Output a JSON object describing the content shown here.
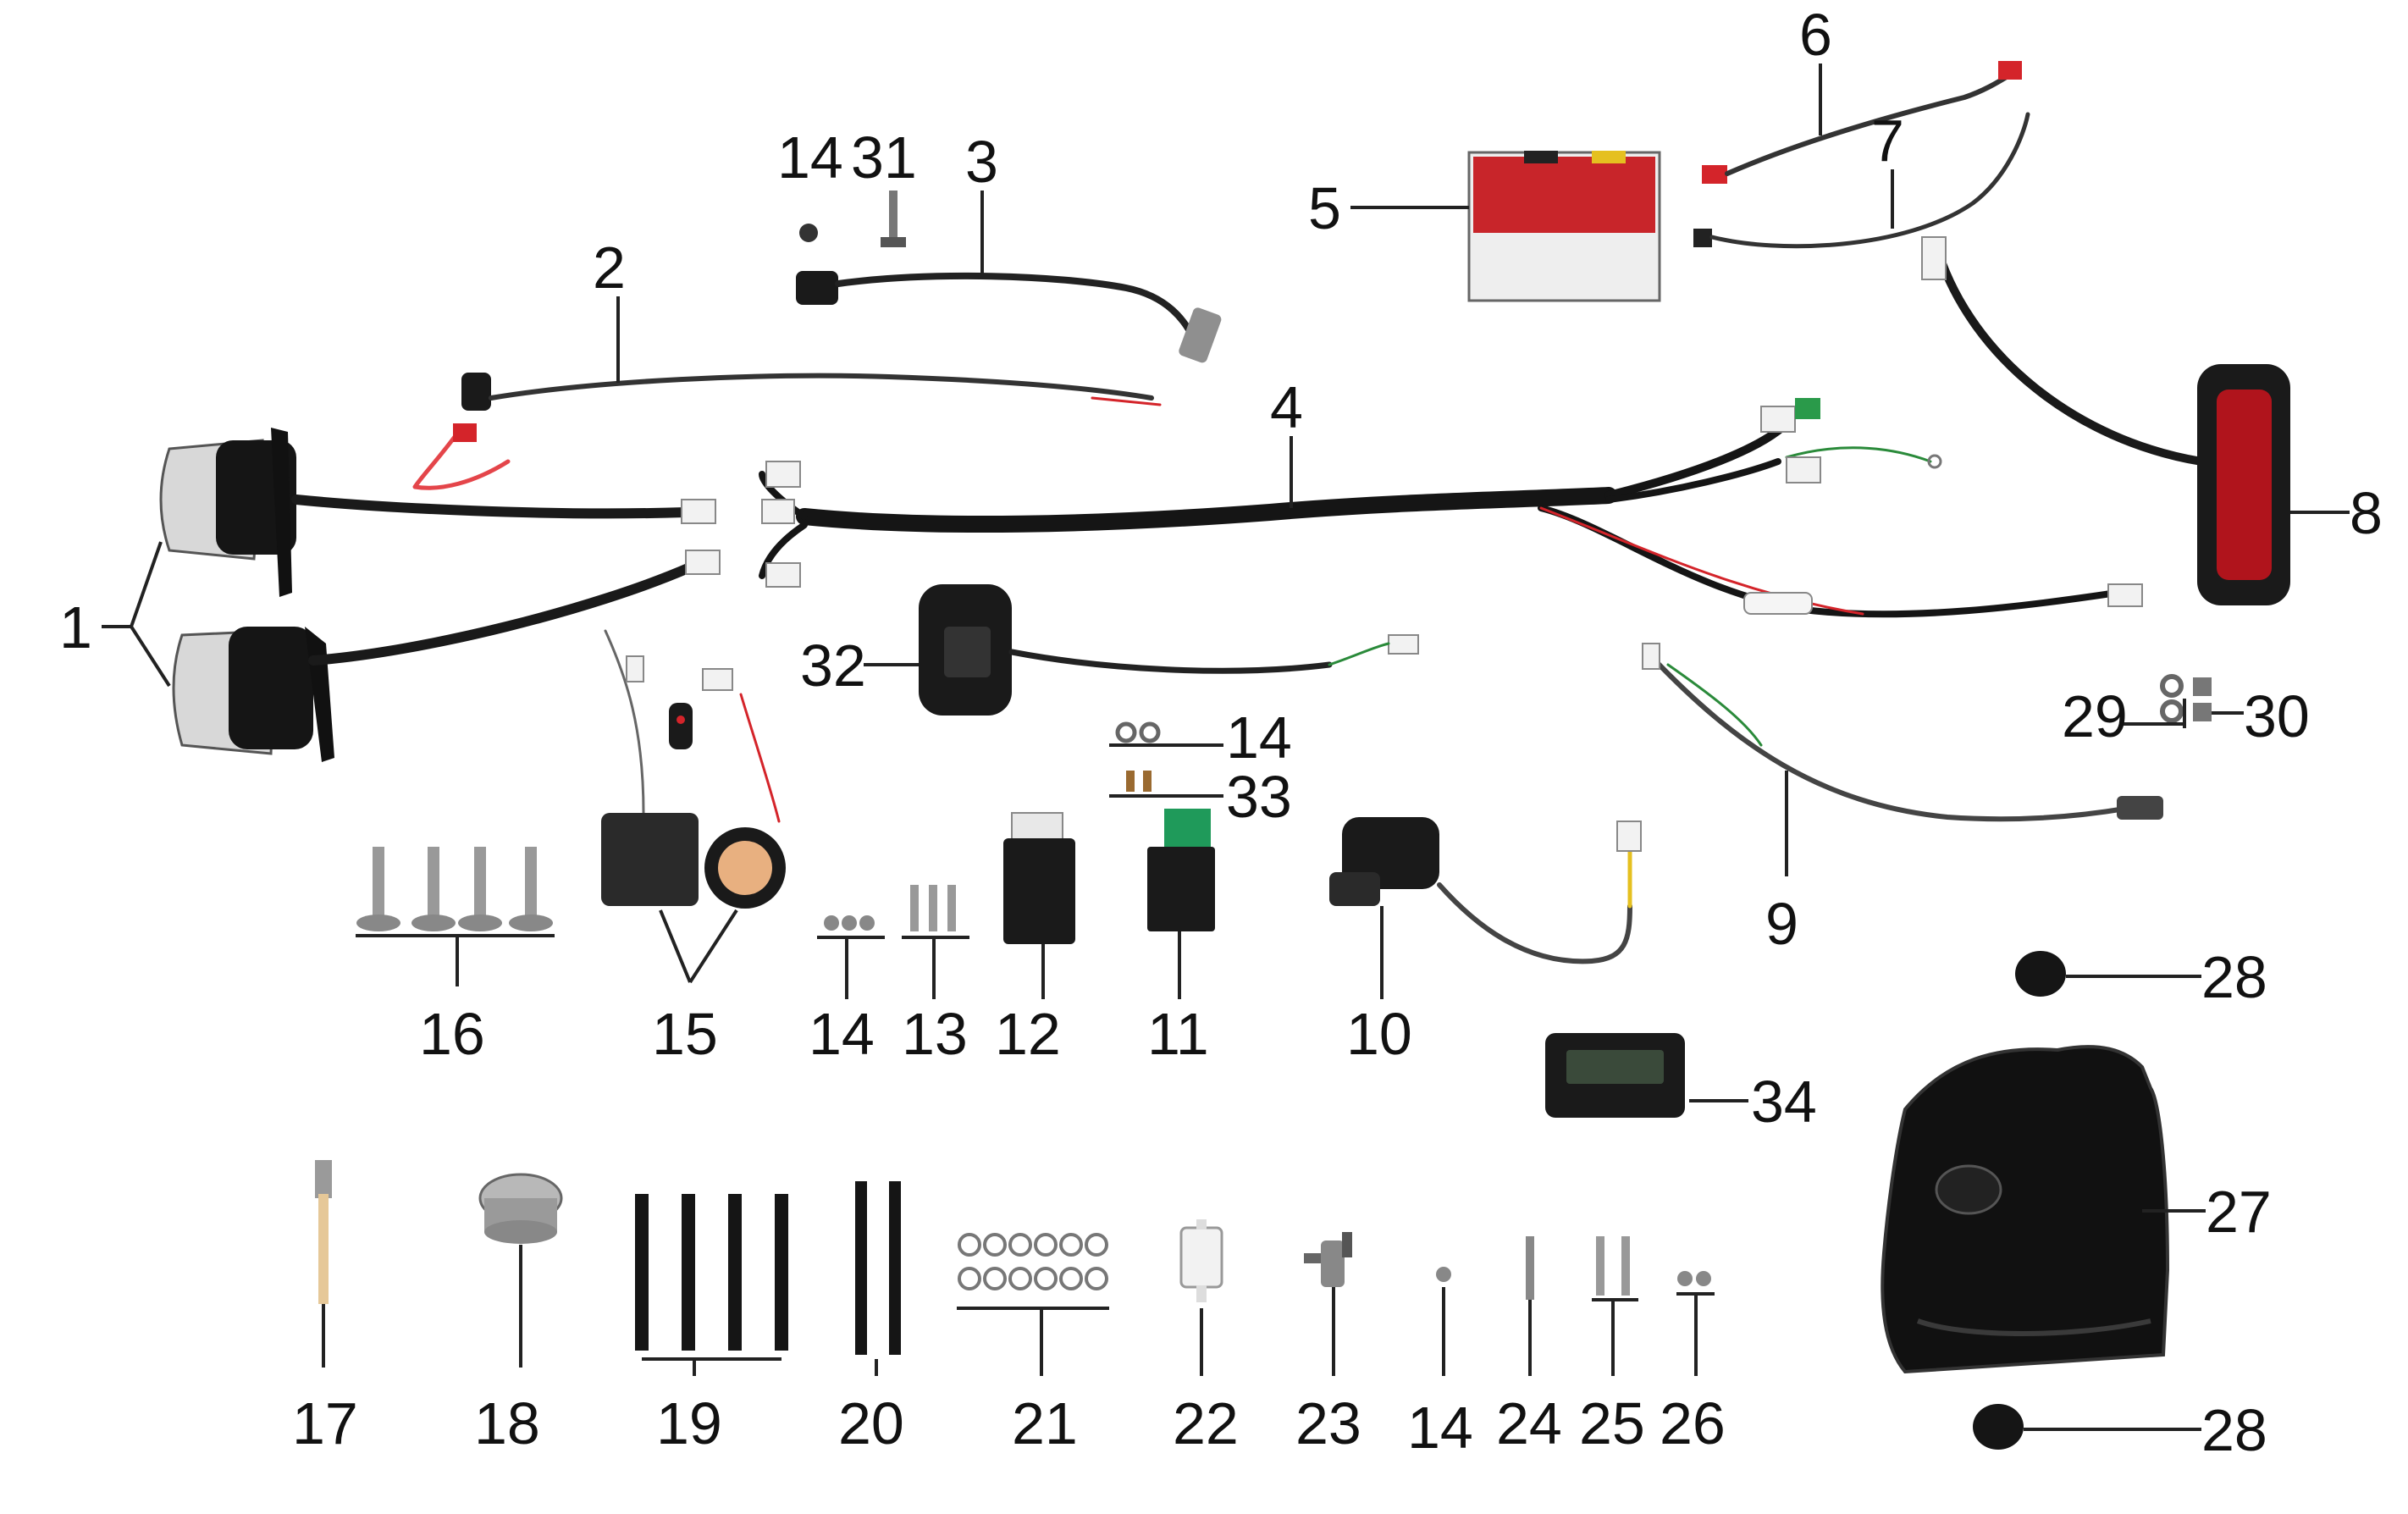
{
  "diagram": {
    "callouts": [
      "1",
      "2",
      "3",
      "4",
      "5",
      "6",
      "7",
      "8",
      "9",
      "10",
      "11",
      "12",
      "13",
      "14",
      "15",
      "16",
      "17",
      "18",
      "19",
      "20",
      "21",
      "22",
      "23",
      "24",
      "25",
      "26",
      "27",
      "28",
      "29",
      "30",
      "31",
      "32",
      "33",
      "34"
    ],
    "labels": {
      "l1": "1",
      "l2": "2",
      "l3": "3",
      "l4": "4",
      "l5": "5",
      "l6": "6",
      "l7": "7",
      "l8": "8",
      "l9": "9",
      "l10": "10",
      "l11": "11",
      "l12": "12",
      "l13": "13",
      "l14a": "14",
      "l14b": "14",
      "l14c": "14",
      "l14d": "14",
      "l15": "15",
      "l16": "16",
      "l17": "17",
      "l18": "18",
      "l19": "19",
      "l20": "20",
      "l21": "21",
      "l22": "22",
      "l23": "23",
      "l24": "24",
      "l25": "25",
      "l26": "26",
      "l27": "27",
      "l28a": "28",
      "l28b": "28",
      "l29": "29",
      "l30": "30",
      "l31": "31",
      "l32": "32",
      "l33": "33",
      "l34": "34"
    },
    "colors": {
      "wire_black": "#1a1a1a",
      "wire_red": "#d4242a",
      "wire_green": "#2a8a3a",
      "battery_red": "#c8252a",
      "tail_light_red": "#b0141c",
      "cdi_green": "#1f9a5a",
      "tube_tan": "#e6c898",
      "metal": "#9a9a9a"
    }
  }
}
